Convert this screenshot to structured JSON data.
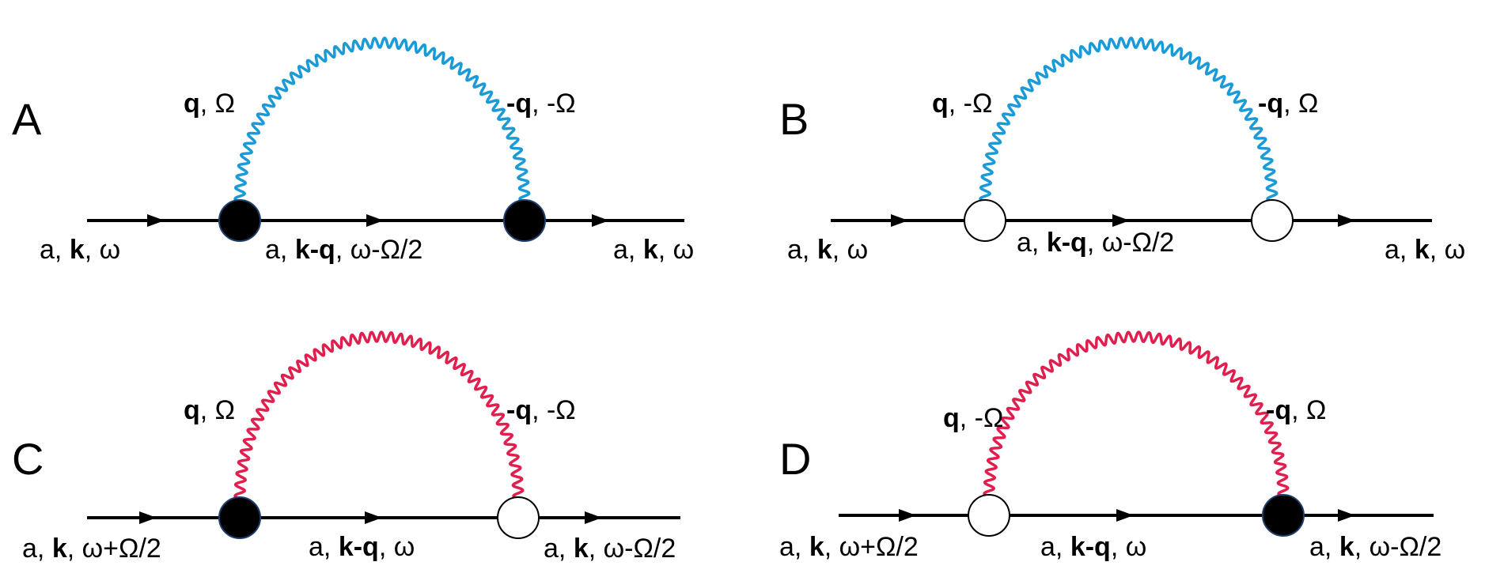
{
  "colors": {
    "photon_blue": "#1a9ad6",
    "photon_red": "#e01f4e",
    "line": "#000000",
    "vertex_outline": "#1f3d6b"
  },
  "panels": [
    {
      "letter": "A",
      "photon_color": "blue",
      "left_vertex": "filled",
      "right_vertex": "filled",
      "photon_left": {
        "bold": "q",
        "rest": ", Ω"
      },
      "photon_right": {
        "bold": "-q",
        "rest": ", -Ω"
      },
      "incoming": {
        "pre": "a, ",
        "bold": "k",
        "rest": ", ω"
      },
      "internal": {
        "pre": "a, ",
        "bold": "k-q",
        "rest": ", ω-Ω/2"
      },
      "outgoing": {
        "pre": "a, ",
        "bold": "k",
        "rest": ", ω"
      }
    },
    {
      "letter": "B",
      "photon_color": "blue",
      "left_vertex": "open",
      "right_vertex": "open",
      "photon_left": {
        "bold": "q",
        "rest": ", -Ω"
      },
      "photon_right": {
        "bold": "-q",
        "rest": ", Ω"
      },
      "incoming": {
        "pre": "a, ",
        "bold": "k",
        "rest": ", ω"
      },
      "internal": {
        "pre": "a, ",
        "bold": "k-q",
        "rest": ", ω-Ω/2"
      },
      "outgoing": {
        "pre": "a, ",
        "bold": "k",
        "rest": ", ω"
      }
    },
    {
      "letter": "C",
      "photon_color": "red",
      "left_vertex": "filled",
      "right_vertex": "open",
      "photon_left": {
        "bold": "q",
        "rest": ", Ω"
      },
      "photon_right": {
        "bold": "-q",
        "rest": ", -Ω"
      },
      "incoming": {
        "pre": "a, ",
        "bold": "k",
        "rest": ", ω+Ω/2"
      },
      "internal": {
        "pre": "a, ",
        "bold": "k-q",
        "rest": ", ω"
      },
      "outgoing": {
        "pre": "a, ",
        "bold": "k",
        "rest": ", ω-Ω/2"
      }
    },
    {
      "letter": "D",
      "photon_color": "red",
      "left_vertex": "open",
      "right_vertex": "filled",
      "photon_left": {
        "bold": "q",
        "rest": ", -Ω"
      },
      "photon_right": {
        "bold": "-q",
        "rest": ", Ω"
      },
      "incoming": {
        "pre": "a, ",
        "bold": "k",
        "rest": ", ω+Ω/2"
      },
      "internal": {
        "pre": "a, ",
        "bold": "k-q",
        "rest": ", ω"
      },
      "outgoing": {
        "pre": "a, ",
        "bold": "k",
        "rest": ", ω-Ω/2"
      }
    }
  ]
}
